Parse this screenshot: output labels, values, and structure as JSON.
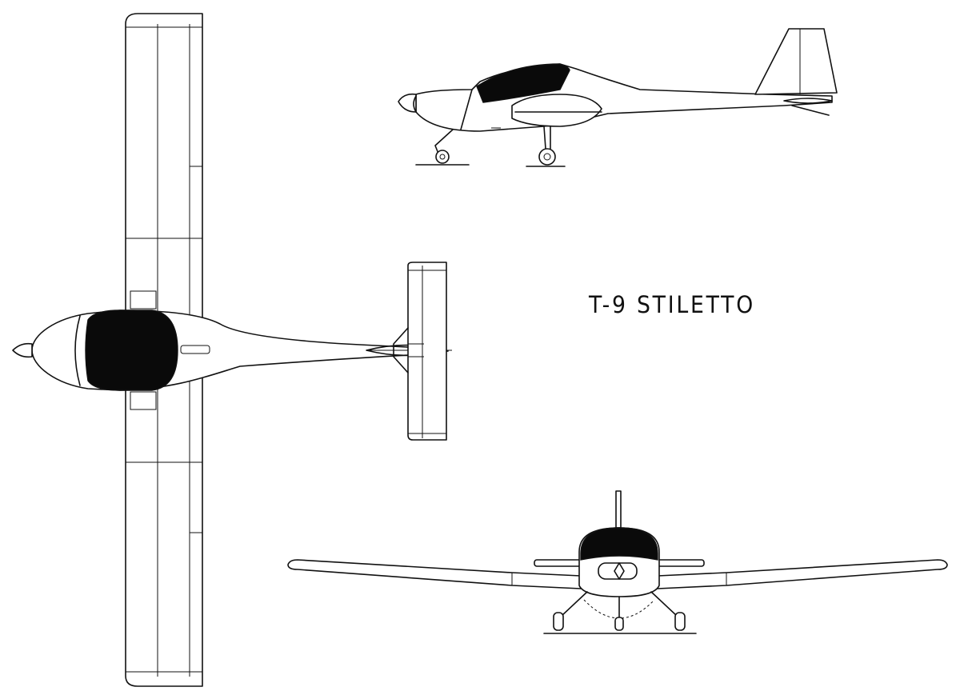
{
  "drawing": {
    "title": "T-9 STILETTO",
    "views": [
      "top-view",
      "side-view",
      "front-view"
    ],
    "colors": {
      "ink": "#111111",
      "paper": "#ffffff"
    }
  }
}
